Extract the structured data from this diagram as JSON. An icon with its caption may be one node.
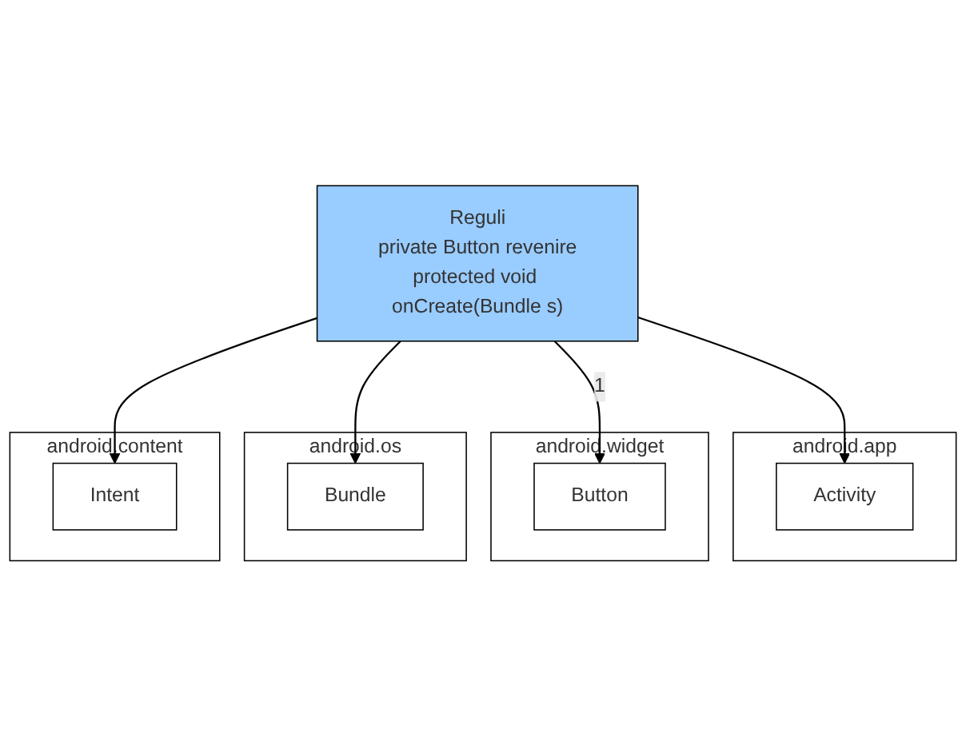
{
  "diagram": {
    "nodes": [
      {
        "text": [
          "android.app"
        ]
      },
      {
        "text": [
          "Activity"
        ],
        "in": 0
      },
      {
        "text": [
          "android.widget"
        ]
      },
      {
        "text": [
          "Button"
        ],
        "in": 2
      },
      {
        "text": [
          "Reguli",
          "private Button revenire",
          "protected void onCreate(Bundle s)"
        ]
      },
      {
        "text": [
          "android.os"
        ]
      },
      {
        "text": [
          "Bundle"
        ],
        "in": 5
      },
      {
        "text": [
          "android.content"
        ]
      },
      {
        "text": [
          "Intent"
        ],
        "in": 7
      }
    ],
    "edges": [
      {
        "from": 4,
        "to": 1,
        "arrow": "to"
      },
      {
        "from": 4,
        "to": 3,
        "arrow": "to",
        "label": "1"
      },
      {
        "from": 4,
        "to": 6,
        "arrow": "to"
      },
      {
        "from": 4,
        "to": 8,
        "arrow": "to"
      }
    ]
  }
}
